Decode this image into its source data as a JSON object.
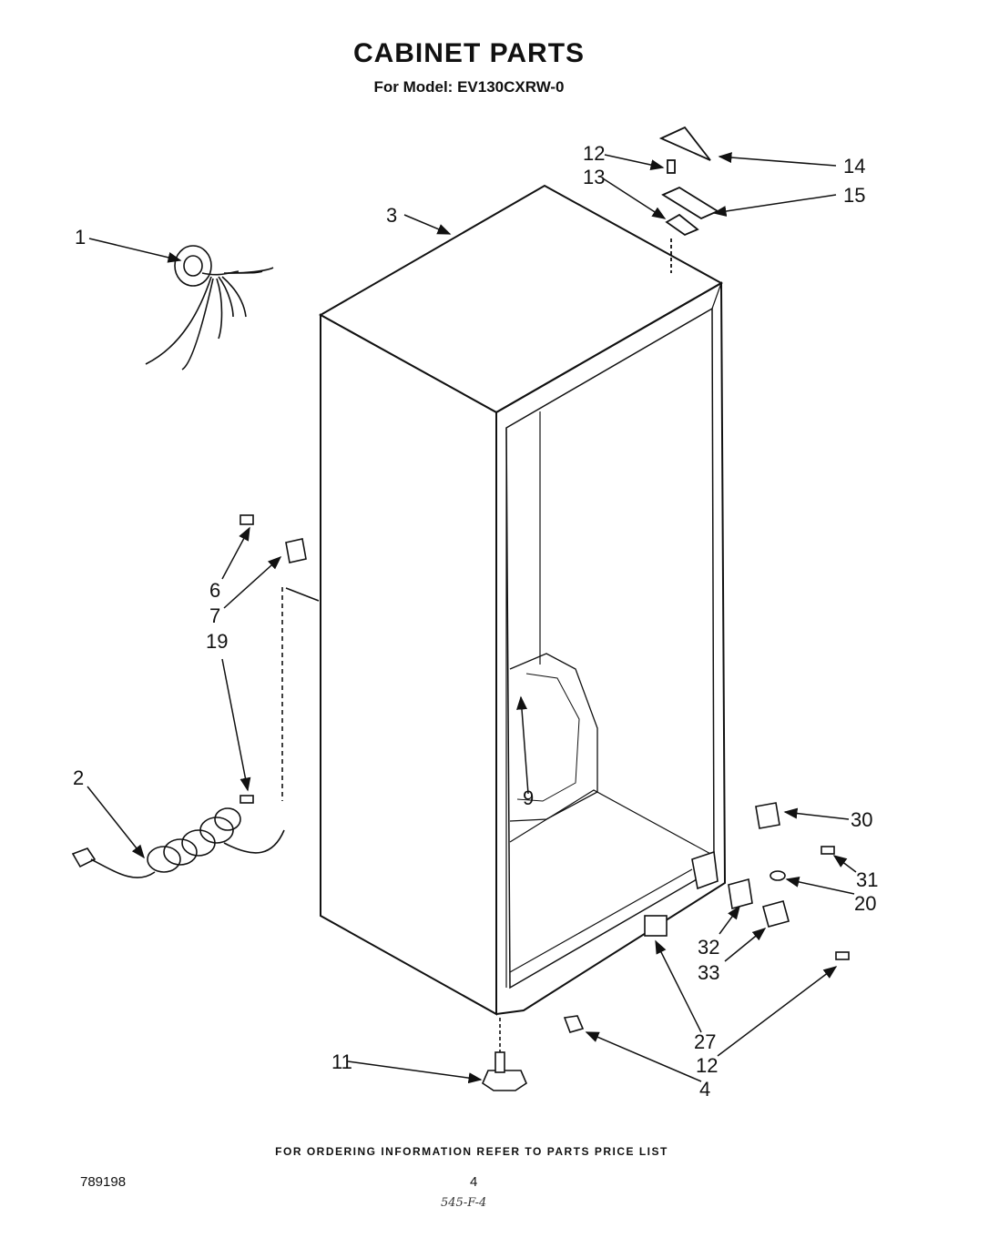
{
  "header": {
    "title": "CABINET PARTS",
    "subtitle": "For Model: EV130CXRW-0"
  },
  "callouts": [
    {
      "id": "c1",
      "label": "1"
    },
    {
      "id": "c2",
      "label": "2"
    },
    {
      "id": "c3",
      "label": "3"
    },
    {
      "id": "c4",
      "label": "4"
    },
    {
      "id": "c6",
      "label": "6"
    },
    {
      "id": "c7",
      "label": "7"
    },
    {
      "id": "c9",
      "label": "9"
    },
    {
      "id": "c11",
      "label": "11"
    },
    {
      "id": "c12a",
      "label": "12"
    },
    {
      "id": "c12b",
      "label": "12"
    },
    {
      "id": "c13",
      "label": "13"
    },
    {
      "id": "c14",
      "label": "14"
    },
    {
      "id": "c15",
      "label": "15"
    },
    {
      "id": "c19",
      "label": "19"
    },
    {
      "id": "c20",
      "label": "20"
    },
    {
      "id": "c27",
      "label": "27"
    },
    {
      "id": "c30",
      "label": "30"
    },
    {
      "id": "c31",
      "label": "31"
    },
    {
      "id": "c32",
      "label": "32"
    },
    {
      "id": "c33",
      "label": "33"
    }
  ],
  "footer": {
    "ordering_note": "FOR ORDERING INFORMATION REFER TO PARTS PRICE LIST",
    "doc_number": "789198",
    "page_number": "4",
    "handwritten_note": "545-F-4"
  }
}
